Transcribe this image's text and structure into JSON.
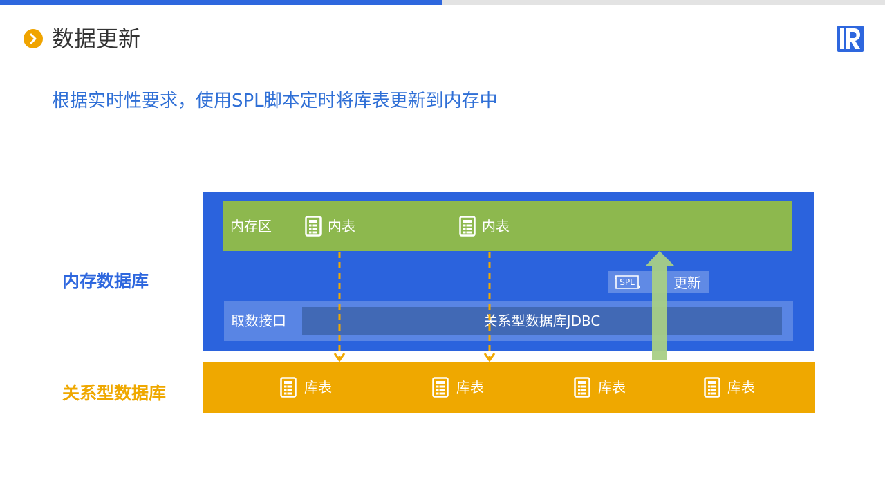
{
  "colors": {
    "accent_blue": "#2E67DE",
    "title_blue": "#2F6FD6",
    "panel_blue": "#2B63DD",
    "memory_green": "#8DB84E",
    "relational_yellow": "#EFA800",
    "jdbc_box": "#4169B5",
    "arrow_orange": "#F2A900",
    "arrow_green": "#A8CF86",
    "bullet_orange": "#F0A400"
  },
  "header": {
    "title": "数据更新",
    "bullet_icon": "chevron-right-icon",
    "logo_icon": "r-logo-icon"
  },
  "subtitle": "根据实时性要求，使用SPL脚本定时将库表更新到内存中",
  "diagram": {
    "memory_db_label": "内存数据库",
    "relational_db_label": "关系型数据库",
    "memory_area": {
      "label": "内存区",
      "tables": [
        "内表",
        "内表"
      ]
    },
    "update": {
      "badge": "SPL",
      "label": "更新"
    },
    "fetch_interface": {
      "label": "取数接口",
      "jdbc": "关系型数据库JDBC"
    },
    "relational_tables": [
      "库表",
      "库表",
      "库表",
      "库表"
    ]
  }
}
